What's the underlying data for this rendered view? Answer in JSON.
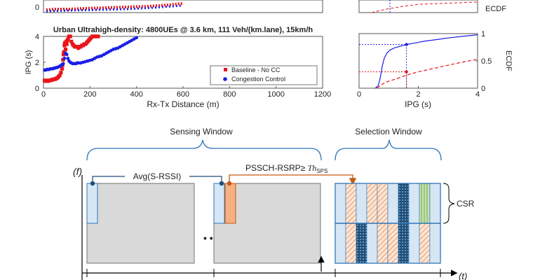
{
  "figure": {
    "top_scatter": {
      "type": "scatter",
      "title": "Urban Ultrahigh-density: 4800UEs @ 3.6 km, 111 Veh/(km.lane), 15km/h",
      "ylabel": "IPG (s)",
      "xlabel": "Rx-Tx Distance (m)",
      "xlim": [
        0,
        1200
      ],
      "ylim": [
        0,
        4
      ],
      "x_ticks": [
        "0",
        "200",
        "400",
        "600",
        "800",
        "1000",
        "1200"
      ],
      "y_ticks": [
        "0",
        "2",
        "4"
      ],
      "legend_placement": "bottom-right",
      "series": [
        {
          "name": "Baseline - No CC",
          "color": "#e8141b",
          "x": [
            5,
            10,
            15,
            20,
            25,
            30,
            35,
            40,
            45,
            50,
            55,
            60,
            65,
            70,
            75,
            80,
            82,
            84,
            86,
            88,
            90,
            92,
            95,
            98,
            100,
            103,
            106,
            110,
            115,
            120,
            125,
            130,
            135,
            140,
            145,
            150,
            155,
            160,
            165,
            170,
            175,
            180,
            185,
            190,
            195,
            200,
            205,
            210,
            215,
            220,
            225,
            230,
            235
          ],
          "y": [
            0.6,
            0.55,
            0.6,
            0.55,
            0.6,
            0.6,
            0.65,
            0.65,
            0.7,
            0.7,
            0.75,
            0.8,
            0.9,
            1.0,
            1.2,
            1.5,
            1.8,
            2.2,
            2.6,
            2.8,
            3.3,
            3.5,
            3.0,
            3.6,
            3.4,
            3.7,
            3.8,
            4.0,
            4.0,
            3.6,
            3.4,
            3.3,
            3.2,
            3.2,
            3.2,
            3.1,
            3.2,
            3.2,
            3.3,
            3.3,
            3.4,
            3.4,
            3.5,
            3.6,
            3.7,
            3.8,
            3.9,
            4.0,
            4.0,
            4.0,
            4.0,
            4.0,
            4.0
          ]
        },
        {
          "name": "Congestion Control",
          "color": "#1a1ee6",
          "x": [
            5,
            10,
            15,
            20,
            25,
            30,
            35,
            40,
            45,
            50,
            55,
            60,
            65,
            70,
            75,
            80,
            85,
            90,
            95,
            100,
            105,
            110,
            115,
            120,
            125,
            130,
            135,
            140,
            145,
            150,
            160,
            170,
            180,
            190,
            200,
            210,
            220,
            230,
            240,
            250,
            260,
            270,
            280,
            290,
            300,
            310,
            320,
            330,
            340,
            350,
            360,
            370,
            380,
            390,
            400
          ],
          "y": [
            1.4,
            1.4,
            1.45,
            1.45,
            1.45,
            1.5,
            1.5,
            1.5,
            1.55,
            1.55,
            1.6,
            1.6,
            1.65,
            1.7,
            1.75,
            1.8,
            1.9,
            2.3,
            2.7,
            2.6,
            2.3,
            2.1,
            2.0,
            1.95,
            1.9,
            1.9,
            1.9,
            1.9,
            1.95,
            1.95,
            1.95,
            2.0,
            2.05,
            2.1,
            2.15,
            2.2,
            2.3,
            2.4,
            2.45,
            2.5,
            2.6,
            2.7,
            2.8,
            2.9,
            3.0,
            3.05,
            3.1,
            3.2,
            3.3,
            3.4,
            3.5,
            3.6,
            3.7,
            3.8,
            3.9
          ]
        }
      ]
    },
    "top_ecdf": {
      "type": "line",
      "ylabel": "ECDF",
      "xlabel": "IPG (s)",
      "xlim": [
        0,
        4
      ],
      "ylim": [
        0,
        1
      ],
      "x_ticks": [
        "0",
        "2",
        "4"
      ],
      "y_ticks": [
        "0",
        "0.5",
        "1"
      ],
      "series": [
        {
          "color": "#1a1ee6",
          "dash": "solid",
          "x": [
            0.55,
            0.65,
            0.72,
            0.78,
            0.85,
            0.95,
            1.05,
            1.2,
            1.4,
            1.6,
            1.9,
            2.2,
            2.6,
            3.0,
            3.5,
            4.0
          ],
          "y": [
            0.0,
            0.05,
            0.2,
            0.4,
            0.55,
            0.65,
            0.7,
            0.74,
            0.77,
            0.8,
            0.83,
            0.86,
            0.89,
            0.92,
            0.95,
            0.98
          ]
        },
        {
          "color": "#e8141b",
          "dash": "dashed",
          "x": [
            0.6,
            0.8,
            1.0,
            1.3,
            1.6,
            2.0,
            2.5,
            3.0,
            3.5,
            4.0
          ],
          "y": [
            0.0,
            0.08,
            0.13,
            0.18,
            0.24,
            0.3,
            0.36,
            0.42,
            0.48,
            0.53
          ]
        }
      ],
      "markers": [
        {
          "color": "#1a1ee6",
          "x": 1.6,
          "y": 0.8
        },
        {
          "color": "#e8141b",
          "x": 1.6,
          "y": 0.3
        }
      ]
    },
    "partial_top": {
      "ecdf_label": "ECDF",
      "ytick_0": "0"
    },
    "diagram": {
      "sensing_window_label": "Sensing Window",
      "selection_window_label": "Selection Window",
      "freq_axis_label": "(f)",
      "time_axis_label": "(t)",
      "avg_label": "Avg(S-RSSI)",
      "pssch_label_prefix": "PSSCH-RSRP≥ ",
      "pssch_label_symbol": "Th",
      "pssch_label_sub": "SPS",
      "csr_label": "CSR",
      "ellipsis": "• • •",
      "colors": {
        "light_blue": "#d6e6f4",
        "mid_blue": "#2e75b6",
        "orange": "#f4b183",
        "orange_dark": "#c55a11",
        "grey": "#d9d9d9",
        "green": "#a9d18e",
        "navy": "#1f4e79"
      }
    }
  }
}
